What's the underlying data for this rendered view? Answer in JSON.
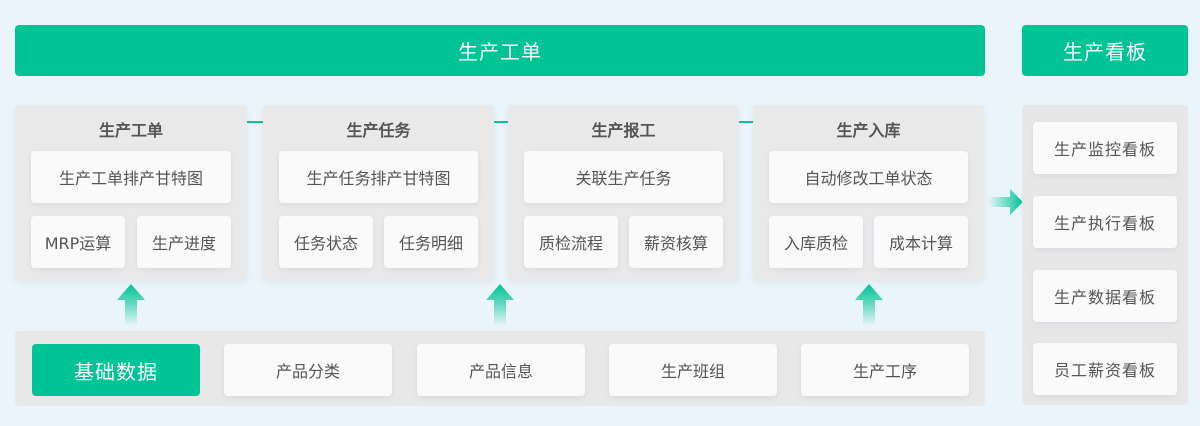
{
  "header": {
    "main_title": "生产工单",
    "board_title": "生产看板"
  },
  "modules": [
    {
      "title": "生产工单",
      "wide_item": "生产工单排产甘特图",
      "items": [
        "MRP运算",
        "生产进度"
      ]
    },
    {
      "title": "生产任务",
      "wide_item": "生产任务排产甘特图",
      "items": [
        "任务状态",
        "任务明细"
      ]
    },
    {
      "title": "生产报工",
      "wide_item": "关联生产任务",
      "items": [
        "质检流程",
        "薪资核算"
      ]
    },
    {
      "title": "生产入库",
      "wide_item": "自动修改工单状态",
      "items": [
        "入库质检",
        "成本计算"
      ]
    }
  ],
  "boards": [
    "生产监控看板",
    "生产执行看板",
    "生产数据看板",
    "员工薪资看板"
  ],
  "base_data": {
    "label": "基础数据",
    "items": [
      "产品分类",
      "产品信息",
      "生产班组",
      "生产工序"
    ]
  },
  "colors": {
    "accent": "#00c496",
    "background": "#eaf4fb",
    "panel": "#e9e9ea",
    "card": "#fafafa",
    "text": "#555555"
  },
  "icons": {
    "flow_arrow": "arrow-right-icon",
    "up_arrow": "arrow-up-icon",
    "board_arrow": "arrow-right-icon"
  }
}
